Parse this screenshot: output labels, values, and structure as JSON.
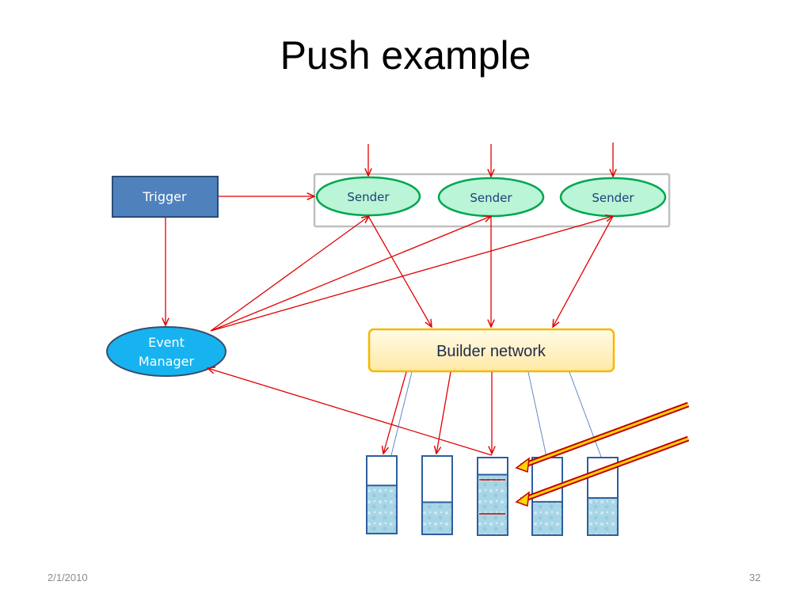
{
  "title": "Push example",
  "nodes": {
    "trigger": "Trigger",
    "senders": [
      "Sender",
      "Sender",
      "Sender"
    ],
    "event_manager": [
      "Event",
      "Manager"
    ],
    "builder_network": "Builder network"
  },
  "footer": {
    "date": "2/1/2010",
    "page": "32"
  },
  "colors": {
    "trigger_fill": "#4f81bd",
    "sender_fill": "#b9f5d6",
    "sender_stroke": "#00a650",
    "event_fill": "#17b3f0",
    "builder_fill": "#fff2c4",
    "builder_stroke": "#f5b800",
    "arrow": "#e00000",
    "buffer_fill": "#a9d6e6",
    "buffer_stroke": "#2e5e9e"
  },
  "buffers": {
    "fill_levels": [
      0.62,
      0.41,
      0.78,
      0.43,
      0.48
    ]
  }
}
